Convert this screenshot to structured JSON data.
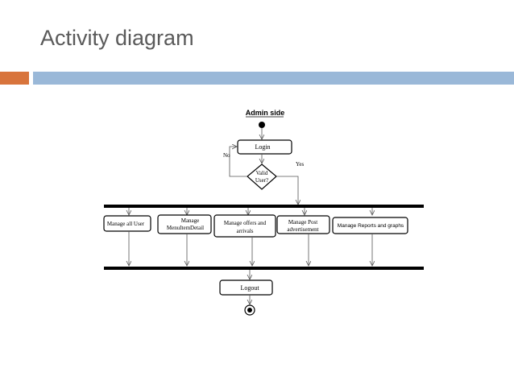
{
  "slide": {
    "title": "Activity diagram"
  },
  "diagram": {
    "header": "Admin side",
    "login": "Login",
    "decision_line1": "Valid",
    "decision_line2": "User?",
    "no_label": "No",
    "yes_label": "Yes",
    "action_manage_users": "Manage all User",
    "action_menu_line1": "Manage",
    "action_menu_line2": "MenuItemDetail",
    "action_offers_line1": "Manage offers and",
    "action_offers_line2": "arrivals",
    "action_post_line1": "Manage Post",
    "action_post_line2": "advertisement",
    "action_reports": "Manage Reports and graphs",
    "logout": "Logout"
  },
  "colors": {
    "accent_orange": "#d8743c",
    "accent_blue": "#9ab8d8",
    "title_gray": "#5a5a5a"
  }
}
